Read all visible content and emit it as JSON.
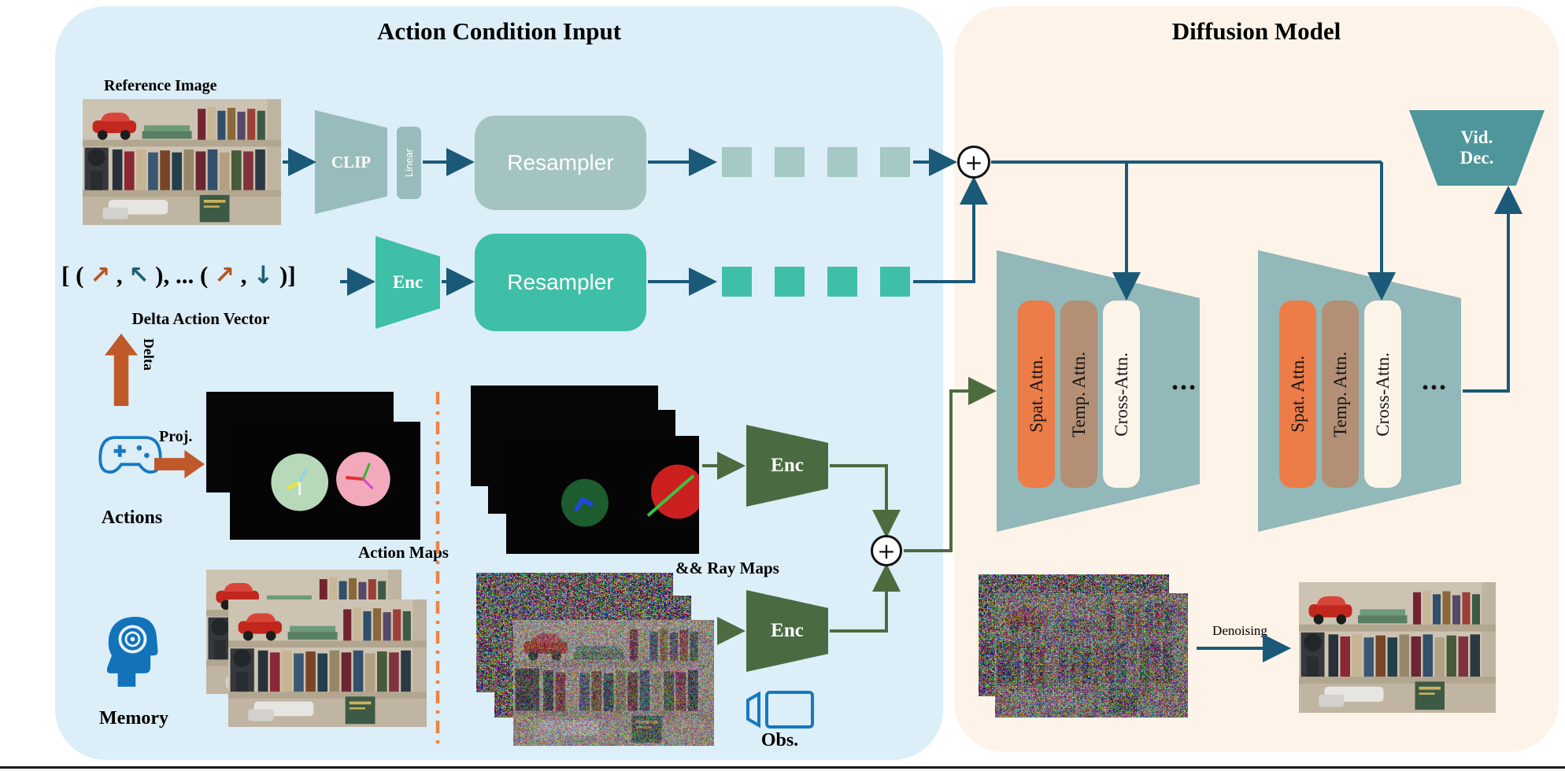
{
  "left_panel": {
    "title": "Action Condition Input",
    "reference_image_label": "Reference Image",
    "clip_label": "CLIP",
    "linear_label": "Linear",
    "resampler_image_label": "Resampler",
    "resampler_action_label": "Resampler",
    "enc_action_label": "Enc",
    "delta_vector": {
      "open": "[ (",
      "arrow1": "↗",
      "comma1": ",",
      "arrow2": "↖",
      "middle": "), ... (",
      "arrow3": "↗",
      "comma2": ",",
      "arrow4": "↓",
      "close": ")]"
    },
    "delta_vector_label": "Delta Action Vector",
    "delta_arrow_label": "Delta",
    "proj_label": "Proj.",
    "actions_label": "Actions",
    "action_maps_label": "Action Maps",
    "ray_maps_label": "&& Ray Maps",
    "enc_maps_top_label": "Enc",
    "enc_maps_bottom_label": "Enc",
    "memory_label": "Memory",
    "obs_label": "Obs.",
    "plus_top": "+",
    "plus_maps": "+"
  },
  "right_panel": {
    "title": "Diffusion Model",
    "vid_dec_line1": "Vid.",
    "vid_dec_line2": "Dec.",
    "block1": {
      "spat": "Spat. Attn.",
      "temp": "Temp. Attn.",
      "cross": "Cross-Attn.",
      "ellipsis": "..."
    },
    "block2": {
      "spat": "Spat. Attn.",
      "temp": "Temp. Attn.",
      "cross": "Cross-Attn.",
      "ellipsis": "..."
    },
    "denoising_label": "Denoising"
  },
  "colors": {
    "left_panel_bg": "#dceef8",
    "right_panel_bg": "#fdf3e9",
    "clip_fill": "#98bcbc",
    "resampler_image_fill": "#a3c4c0",
    "teal_fill": "#3fbfa7",
    "enc_dark_fill": "#4a6b41",
    "arrow_blue": "#1a5a78",
    "arrow_green": "#4d6b3f",
    "orange_arrow": "#c0592a",
    "dash_orange": "#ee8340",
    "unet_fill": "#92b8b9",
    "spat_fill": "#ec7c48",
    "temp_fill": "#b28f75",
    "cross_fill": "#fcf3e9",
    "viddec_fill": "#4e969b"
  }
}
